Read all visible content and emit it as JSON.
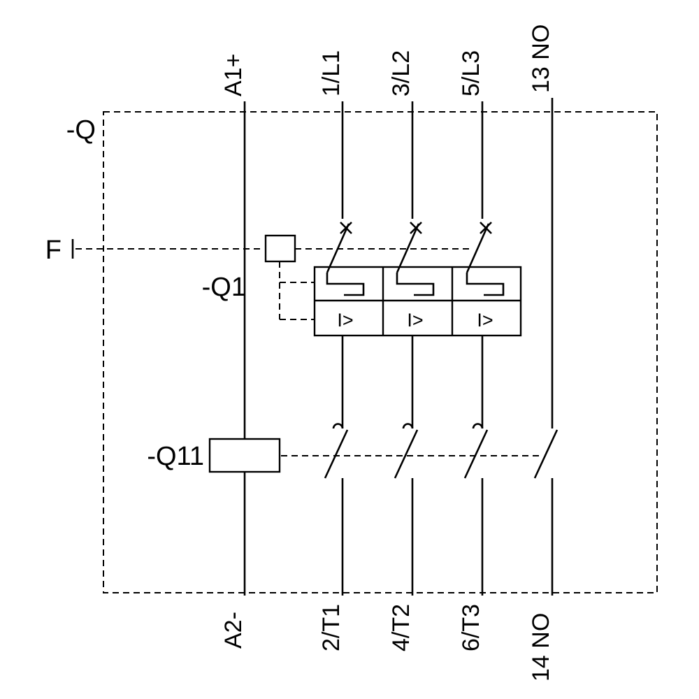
{
  "diagram": {
    "device_ref": "-Q",
    "trip_contact_ref": "F",
    "breaker_ref": "-Q1",
    "contactor_ref": "-Q11",
    "overcurrent_symbol": "I>",
    "terminals": {
      "supply_plus": "A1+",
      "supply_minus": "A2-",
      "line1": "1/L1",
      "line2": "3/L2",
      "line3": "5/L3",
      "load1": "2/T1",
      "load2": "4/T2",
      "load3": "6/T3",
      "aux_no_top": "13 NO",
      "aux_no_bottom": "14 NO"
    },
    "colors": {
      "line": "#000000",
      "background": "#ffffff"
    }
  }
}
